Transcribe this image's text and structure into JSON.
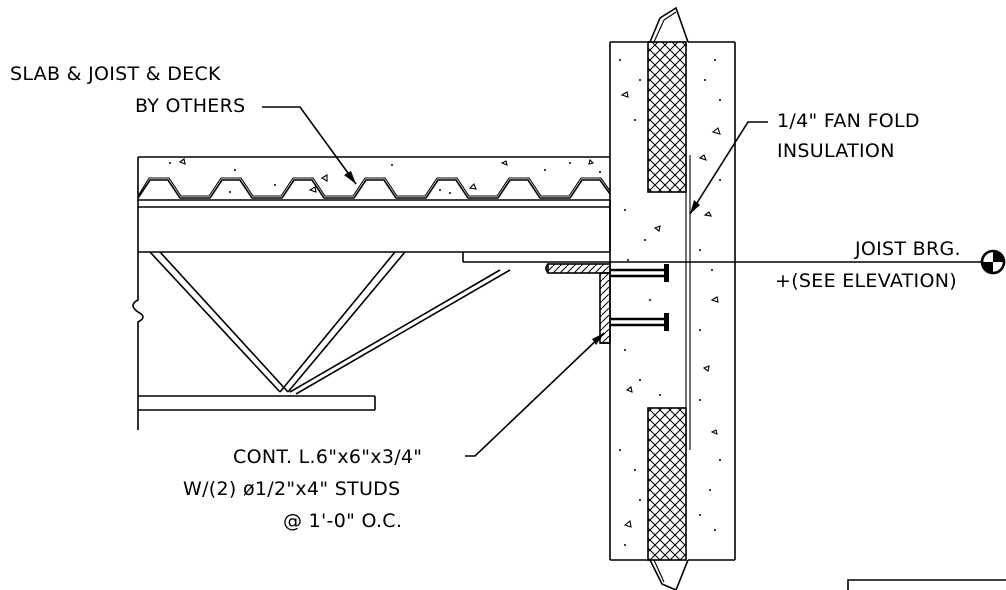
{
  "labels": {
    "slab_line1": "SLAB & JOIST & DECK",
    "slab_line2": "BY OTHERS",
    "insulation_line1": "1/4\" FAN FOLD",
    "insulation_line2": "INSULATION",
    "joist_brg": "JOIST BRG.",
    "see_elevation": "+(SEE ELEVATION)",
    "angle_line1": "CONT. L.6\"x6\"x3/4\"",
    "angle_line2": "W/(2) ø1/2\"x4\" STUDS",
    "angle_line3": "@ 1'-0\" O.C."
  }
}
